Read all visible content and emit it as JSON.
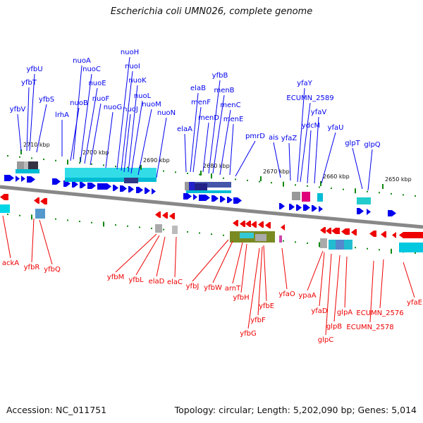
{
  "title": "Escherichia coli UMN026, complete genome",
  "footer": {
    "accession": "Accession: NC_011751",
    "summary": "Topology: circular; Length: 5,202,090 bp; Genes: 5,014"
  },
  "colors": {
    "forward": "#0000ee",
    "reverse": "#ee0000",
    "backbone": "#888888",
    "tick": "#118811"
  },
  "scale_labels": [
    "2710 kbp",
    "2700 kbp",
    "2690 kbp",
    "2680 kbp",
    "2670 kbp",
    "2660 kbp",
    "2650 kbp"
  ],
  "forward_genes": [
    "yfbV",
    "yfbT",
    "yfbU",
    "yfbS",
    "lrhA",
    "nuoA",
    "nuoB",
    "nuoC",
    "nuoE",
    "nuoF",
    "nuoG",
    "nuoH",
    "nuoI",
    "nuoJ",
    "nuoK",
    "nuoL",
    "nuoM",
    "nuoN",
    "elaA",
    "elaB",
    "menF",
    "menD",
    "yfbB",
    "menB",
    "menC",
    "menE",
    "pmrD",
    "ais",
    "yfaZ",
    "ECUMN_2589",
    "yfaY",
    "ydcM",
    "yfaV",
    "yfaU",
    "glpT",
    "glpQ"
  ],
  "reverse_genes": [
    "ackA",
    "yfbR",
    "yfbQ",
    "yfbM",
    "yfbL",
    "elaD",
    "elaC",
    "yfbJ",
    "yfbW",
    "arnT",
    "yfbH",
    "yfbE",
    "yfbF",
    "yfbG",
    "yfaO",
    "ypaA",
    "yfaD",
    "glpC",
    "glpB",
    "glpA",
    "ECUMN_2576",
    "ECUMN_2578",
    "yfaE"
  ]
}
